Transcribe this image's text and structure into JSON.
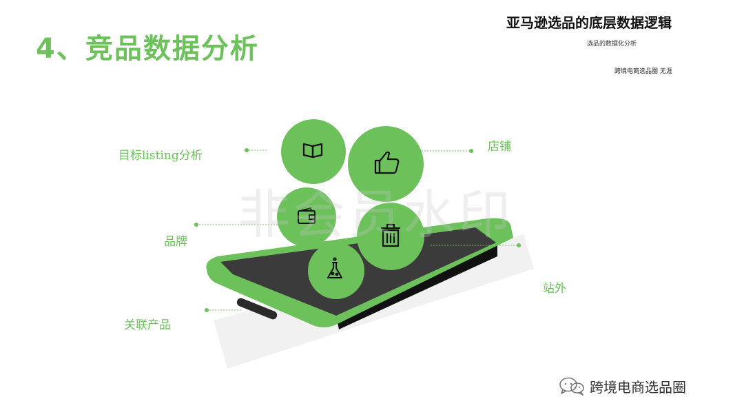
{
  "title": "4、竞品数据分析",
  "header": {
    "title": "亚马逊选品的底层数据逻辑",
    "subtitle": "选品的数据化分析",
    "author": "跨境电商选品圈  无涯"
  },
  "labels": {
    "target_listing": "目标listing分析",
    "brand": "品牌",
    "related_products": "关联产品",
    "store": "店铺",
    "offsite": "站外"
  },
  "watermark": "非会员水印",
  "footer": {
    "text": "跨境电商选品圈",
    "icon": "wechat-icon"
  },
  "icons": {
    "target_listing": "book-icon",
    "store": "thumbs-up-icon",
    "brand": "wallet-icon",
    "offsite": "trash-icon",
    "related_products": "flask-icon"
  },
  "colors": {
    "accent": "#6cc15b",
    "dark": "#3a3a3a",
    "black": "#111111"
  }
}
